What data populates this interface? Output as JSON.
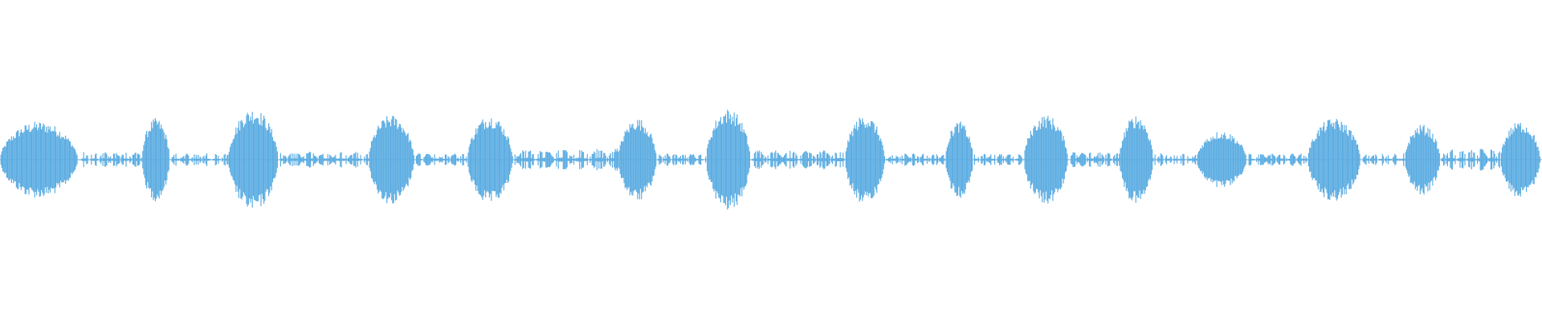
{
  "waveform": {
    "color": "#5dade2",
    "segments": [
      {
        "start": 0.0,
        "end": 0.053,
        "amp": 0.12,
        "kind": "burst"
      },
      {
        "start": 0.053,
        "end": 0.092,
        "amp": 0.025,
        "kind": "quiet"
      },
      {
        "start": 0.092,
        "end": 0.111,
        "amp": 0.13,
        "kind": "burst"
      },
      {
        "start": 0.111,
        "end": 0.148,
        "amp": 0.02,
        "kind": "quiet"
      },
      {
        "start": 0.148,
        "end": 0.182,
        "amp": 0.16,
        "kind": "burst"
      },
      {
        "start": 0.182,
        "end": 0.239,
        "amp": 0.025,
        "kind": "quiet"
      },
      {
        "start": 0.239,
        "end": 0.27,
        "amp": 0.14,
        "kind": "burst"
      },
      {
        "start": 0.27,
        "end": 0.303,
        "amp": 0.02,
        "kind": "quiet"
      },
      {
        "start": 0.303,
        "end": 0.334,
        "amp": 0.14,
        "kind": "burst"
      },
      {
        "start": 0.334,
        "end": 0.401,
        "amp": 0.035,
        "kind": "quiet"
      },
      {
        "start": 0.401,
        "end": 0.427,
        "amp": 0.13,
        "kind": "burst"
      },
      {
        "start": 0.427,
        "end": 0.458,
        "amp": 0.02,
        "kind": "quiet"
      },
      {
        "start": 0.458,
        "end": 0.488,
        "amp": 0.16,
        "kind": "burst"
      },
      {
        "start": 0.488,
        "end": 0.548,
        "amp": 0.03,
        "kind": "quiet"
      },
      {
        "start": 0.548,
        "end": 0.575,
        "amp": 0.14,
        "kind": "burst"
      },
      {
        "start": 0.575,
        "end": 0.613,
        "amp": 0.02,
        "kind": "quiet"
      },
      {
        "start": 0.613,
        "end": 0.632,
        "amp": 0.12,
        "kind": "burst"
      },
      {
        "start": 0.632,
        "end": 0.664,
        "amp": 0.02,
        "kind": "quiet"
      },
      {
        "start": 0.664,
        "end": 0.694,
        "amp": 0.14,
        "kind": "burst"
      },
      {
        "start": 0.694,
        "end": 0.726,
        "amp": 0.025,
        "kind": "quiet"
      },
      {
        "start": 0.726,
        "end": 0.749,
        "amp": 0.14,
        "kind": "burst"
      },
      {
        "start": 0.749,
        "end": 0.776,
        "amp": 0.02,
        "kind": "quiet"
      },
      {
        "start": 0.776,
        "end": 0.81,
        "amp": 0.09,
        "kind": "burst"
      },
      {
        "start": 0.81,
        "end": 0.848,
        "amp": 0.02,
        "kind": "quiet"
      },
      {
        "start": 0.848,
        "end": 0.884,
        "amp": 0.13,
        "kind": "burst"
      },
      {
        "start": 0.884,
        "end": 0.911,
        "amp": 0.02,
        "kind": "quiet"
      },
      {
        "start": 0.911,
        "end": 0.935,
        "amp": 0.11,
        "kind": "burst"
      },
      {
        "start": 0.935,
        "end": 0.973,
        "amp": 0.035,
        "kind": "quiet"
      },
      {
        "start": 0.973,
        "end": 1.0,
        "amp": 0.12,
        "kind": "burst"
      }
    ]
  }
}
